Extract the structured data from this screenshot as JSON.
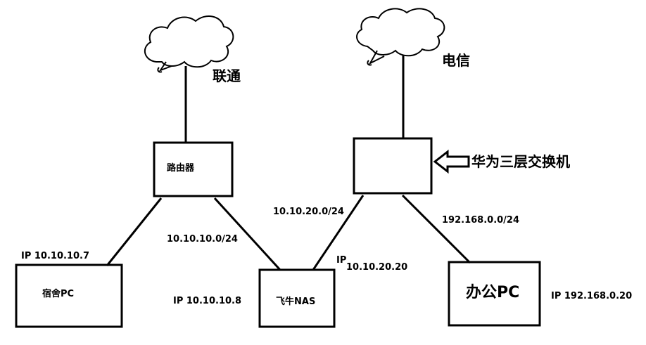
{
  "colors": {
    "stroke": "#000000",
    "background": "#ffffff"
  },
  "nodes": {
    "cloud_unicom": {
      "icon": "cloud-icon",
      "label": "联通"
    },
    "cloud_telecom": {
      "icon": "cloud-icon",
      "label": "电信"
    },
    "router": {
      "label": "路由器"
    },
    "switch": {
      "label": "",
      "arrow_label": "华为三层交换机",
      "arrow_icon": "left-arrow-icon"
    },
    "dorm_pc": {
      "label": "宿舍PC",
      "ip": "IP 10.10.10.7"
    },
    "nas": {
      "label": "飞牛NAS",
      "ip_left": "IP 10.10.10.8",
      "ip_right_prefix": "IP",
      "ip_right": "10.10.20.20"
    },
    "office_pc": {
      "label": "办公PC",
      "ip": "IP 192.168.0.20"
    }
  },
  "subnets": {
    "router_subnet": "10.10.10.0/24",
    "switch_nas_subnet": "10.10.20.0/24",
    "switch_office_subnet": "192.168.0.0/24"
  }
}
